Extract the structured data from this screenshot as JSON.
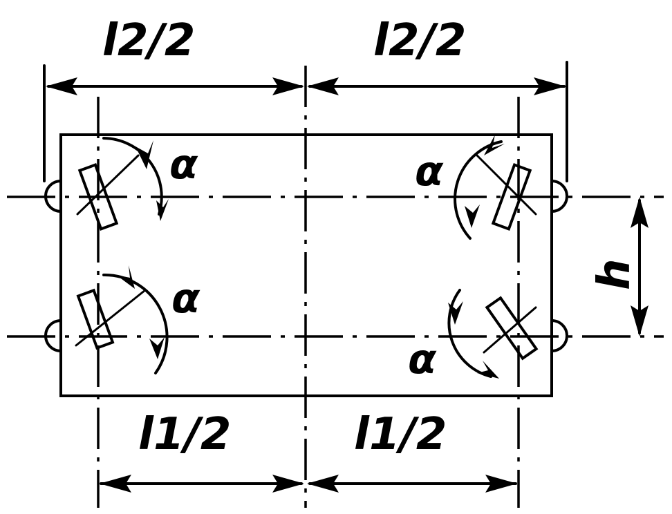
{
  "labels": {
    "top_left_dim": "l2/2",
    "top_right_dim": "l2/2",
    "bottom_left_dim": "l1/2",
    "bottom_right_dim": "l1/2",
    "height_dim": "h",
    "angle_top_left": "α",
    "angle_top_right": "α",
    "angle_bottom_left": "α",
    "angle_bottom_right": "α"
  }
}
